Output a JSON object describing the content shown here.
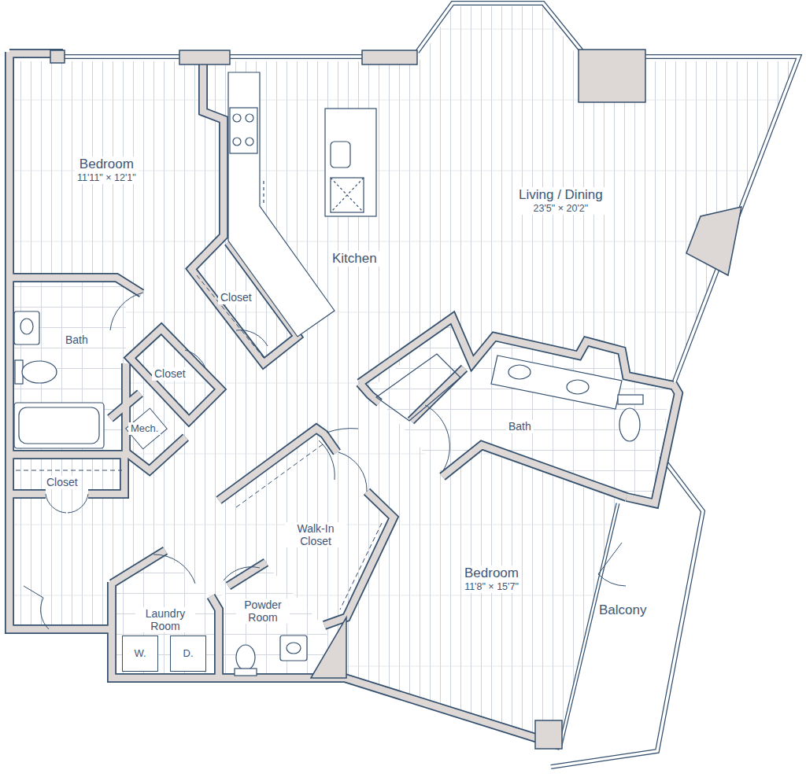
{
  "diagram": {
    "nodes": [
      {
        "text": [
          "Bedroom",
          "11'11\" × 12'1\""
        ]
      },
      {
        "text": [
          "Closet"
        ]
      },
      {
        "text": [
          "Living / Dining",
          "23'5\" × 20'2\""
        ]
      },
      {
        "text": [
          "Kitchen"
        ]
      },
      {
        "text": [
          "Bath"
        ]
      },
      {
        "text": [
          "Closet"
        ]
      },
      {
        "text": [
          "Bath"
        ]
      },
      {
        "text": [
          "Mech."
        ]
      },
      {
        "text": [
          "Closet"
        ]
      },
      {
        "text": [
          "Walk-In Closet"
        ]
      },
      {
        "text": [
          "Bedroom",
          "11'8\" × 15'7\""
        ]
      },
      {
        "text": [
          "Balcony"
        ]
      },
      {
        "text": [
          "Laundry Room"
        ]
      },
      {
        "text": [
          "W."
        ],
        "in": 12
      },
      {
        "text": [
          "D."
        ],
        "in": 12
      },
      {
        "text": [
          "Powder Room"
        ]
      }
    ]
  }
}
